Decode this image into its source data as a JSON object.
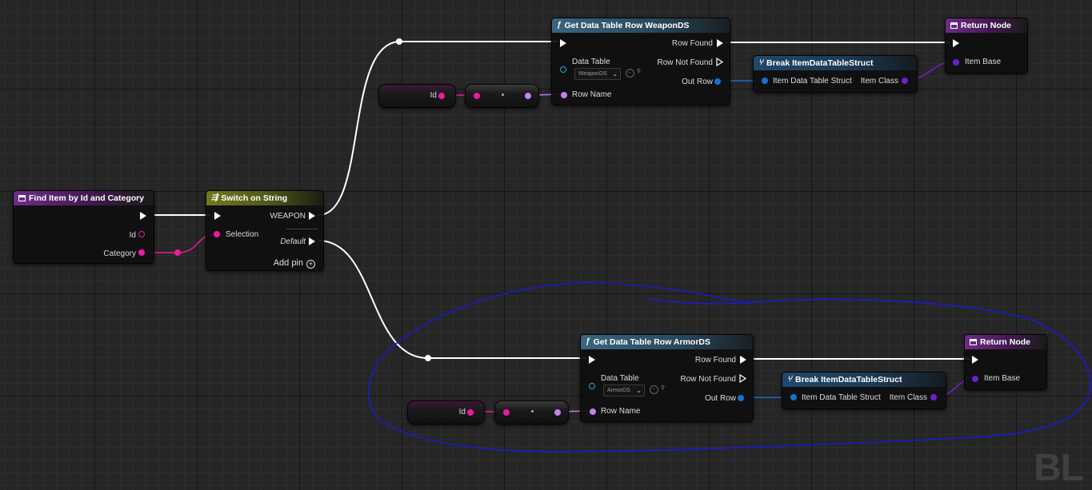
{
  "nodes": {
    "entry": {
      "title": "Find Item by Id and Category",
      "pins": {
        "id": "Id",
        "category": "Category"
      }
    },
    "switch": {
      "title": "Switch on String",
      "pins": {
        "selection": "Selection",
        "weapon": "WEAPON",
        "default": "Default"
      },
      "add_pin": "Add pin"
    },
    "get_row_weapon": {
      "title": "Get Data Table Row WeaponDS",
      "pins": {
        "data_table": "Data Table",
        "row_name": "Row Name",
        "row_found": "Row Found",
        "row_not_found": "Row Not Found",
        "out_row": "Out Row"
      },
      "data_table_value": "WeaponDS"
    },
    "get_row_armor": {
      "title": "Get Data Table Row ArmorDS",
      "pins": {
        "data_table": "Data Table",
        "row_name": "Row Name",
        "row_found": "Row Found",
        "row_not_found": "Row Not Found",
        "out_row": "Out Row"
      },
      "data_table_value": "ArmorDS"
    },
    "break_weapon": {
      "title": "Break ItemDataTableStruct",
      "pins": {
        "struct": "Item Data Table Struct",
        "item_class": "Item Class"
      }
    },
    "break_armor": {
      "title": "Break ItemDataTableStruct",
      "pins": {
        "struct": "Item Data Table Struct",
        "item_class": "Item Class"
      }
    },
    "return_weapon": {
      "title": "Return Node",
      "pins": {
        "item_base": "Item Base"
      }
    },
    "return_armor": {
      "title": "Return Node",
      "pins": {
        "item_base": "Item Base"
      }
    },
    "get_id_top": {
      "label": "Id"
    },
    "get_id_bottom": {
      "label": "Id"
    }
  },
  "watermark": "BL",
  "icons": {
    "function": "function-icon",
    "event": "event-icon",
    "switch": "switch-icon",
    "break": "break-struct-icon"
  },
  "colors": {
    "exec": "#ffffff",
    "string_pin": "#ee1a9c",
    "struct_pin": "#1a6fd0",
    "class_pin": "#6e20c8",
    "name_pin": "#c77ff0",
    "annotation": "#1a1ad0"
  }
}
